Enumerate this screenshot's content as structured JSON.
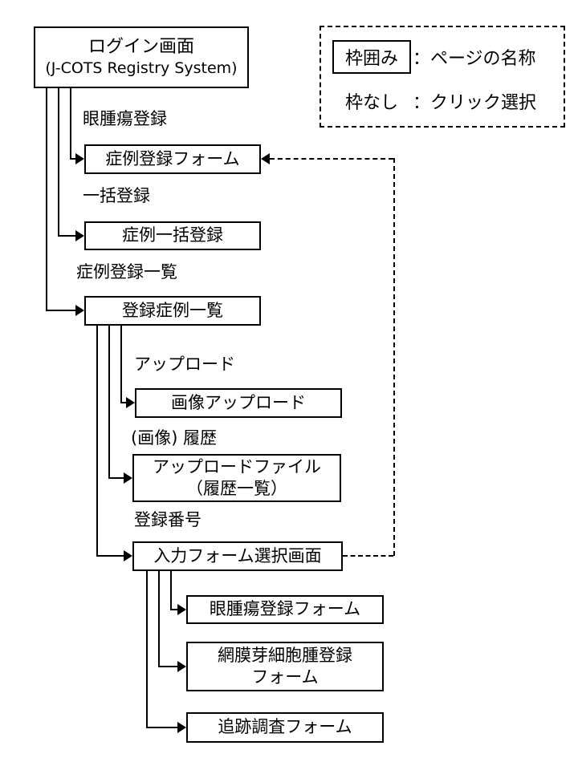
{
  "login_box": {
    "title": "ログイン画面",
    "subtitle": "(J-COTS Registry System)"
  },
  "legend": {
    "boxed_label": "枠囲み",
    "boxed_desc": "：ページの名称",
    "plain_label": "枠なし",
    "plain_desc": "：クリック選択"
  },
  "click_labels": {
    "eye_tumor": "眼腫瘍登録",
    "bulk": "一括登録",
    "case_list": "症例登録一覧",
    "upload": "アップロード",
    "image_history": "(画像) 履歴",
    "reg_number": "登録番号"
  },
  "pages": {
    "case_form": "症例登録フォーム",
    "bulk_reg": "症例一括登録",
    "case_list": "登録症例一覧",
    "image_upload": "画像アップロード",
    "upload_history_line1": "アップロードファイル",
    "upload_history_line2": "（履歴一覧）",
    "form_select": "入力フォーム選択画面",
    "eye_tumor_form": "眼腫瘍登録フォーム",
    "retino_form_line1": "網膜芽細胞腫登録",
    "retino_form_line2": "フォーム",
    "followup_form": "追跡調査フォーム"
  }
}
